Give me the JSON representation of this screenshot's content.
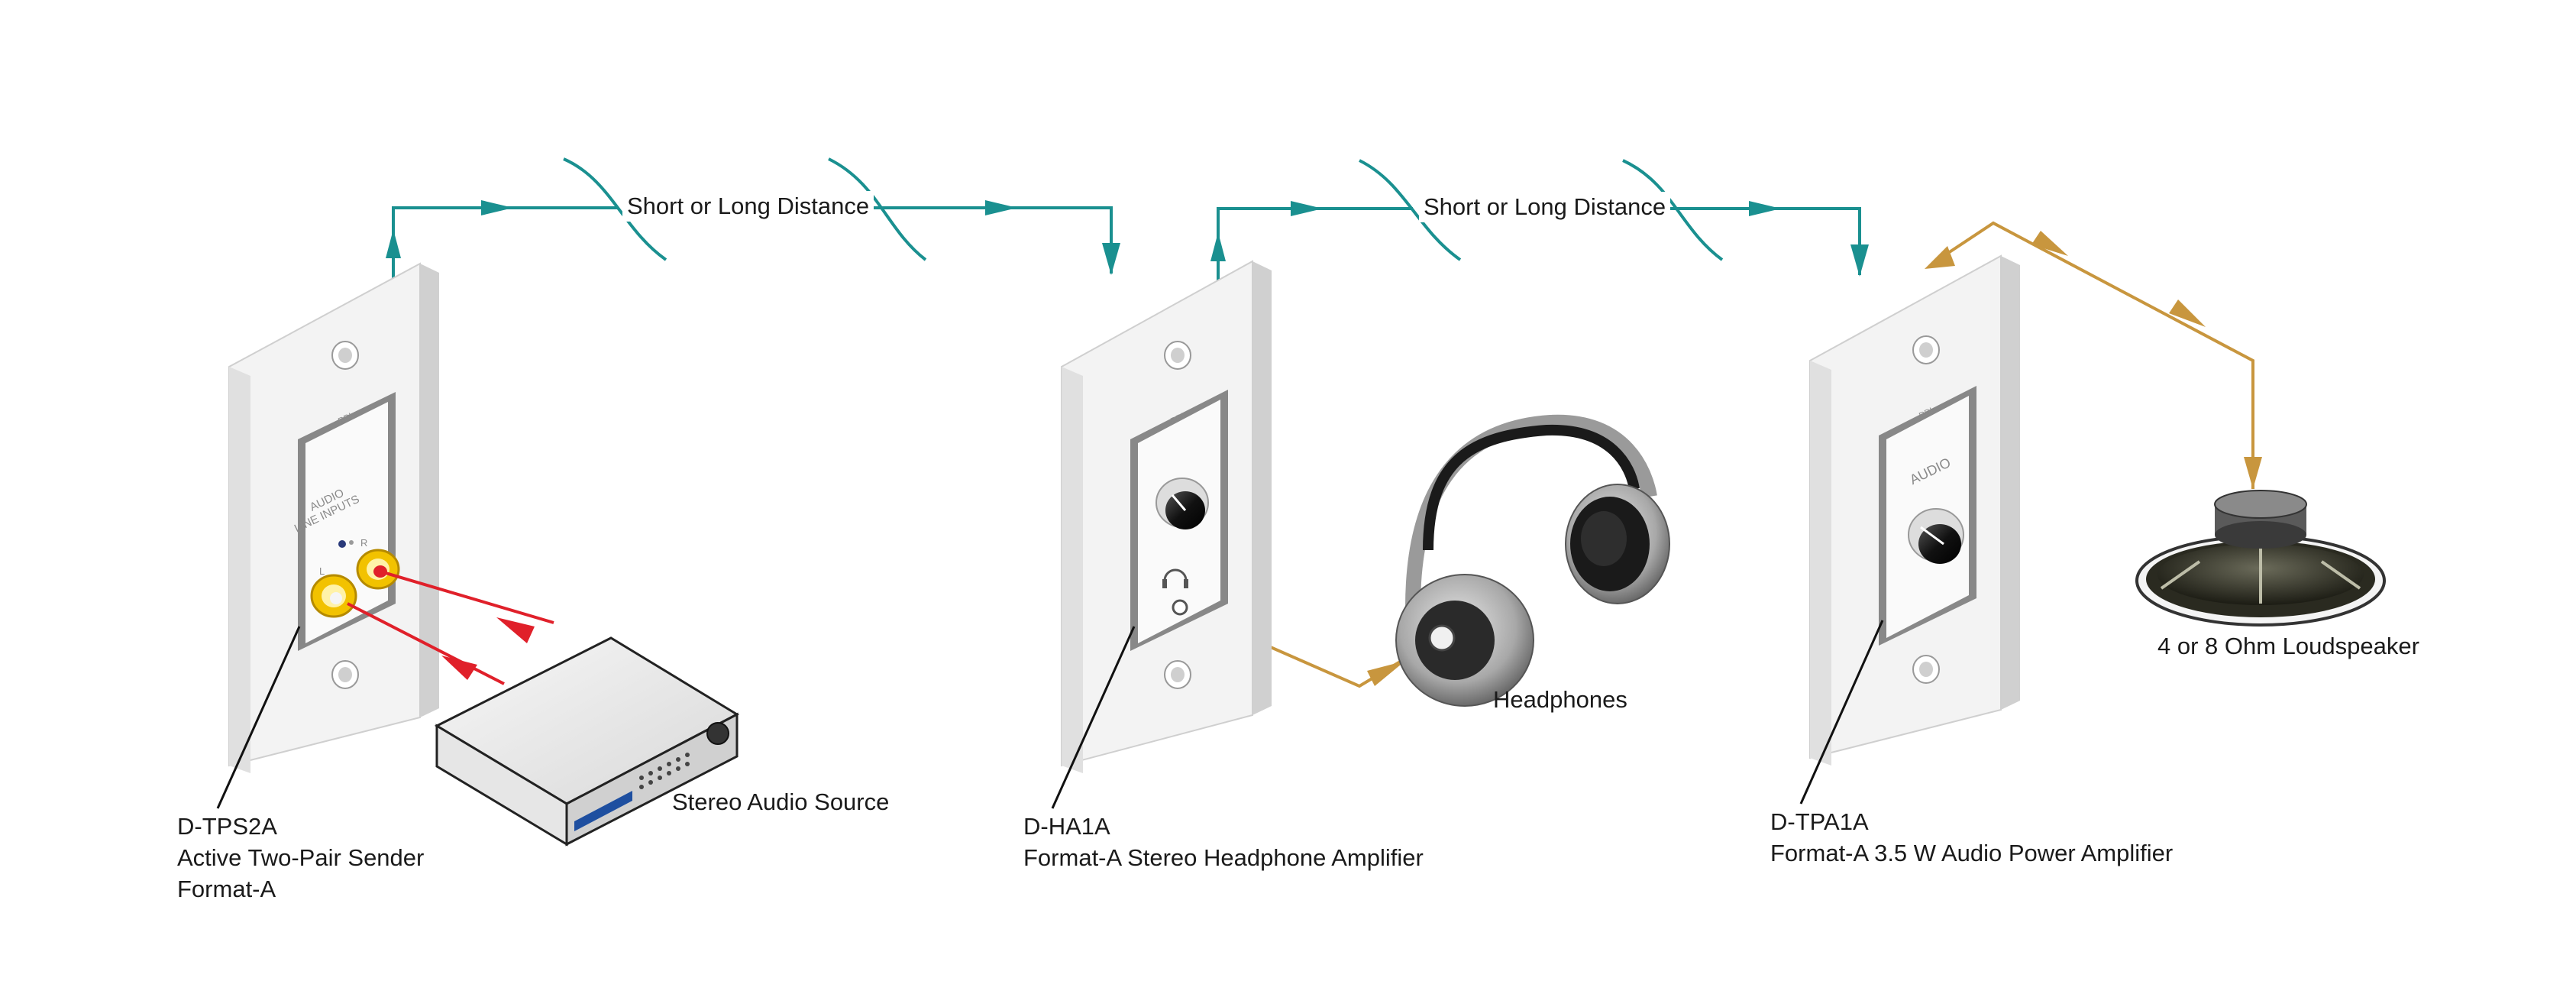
{
  "diagram": {
    "distance_label_1": "Short or Long Distance",
    "distance_label_2": "Short or Long Distance",
    "devices": [
      {
        "model": "D-TPS2A",
        "line2": "Active Two-Pair Sender",
        "line3": "Format-A",
        "plate_text_1": "AUDIO",
        "plate_text_2": "LINE INPUTS",
        "jack_left": "L",
        "jack_right": "R",
        "brand": "RDL"
      },
      {
        "model": "D-HA1A",
        "line2": "Format-A Stereo Headphone Amplifier",
        "brand": "RDL"
      },
      {
        "model": "D-TPA1A",
        "line2": "Format-A 3.5 W Audio Power Amplifier",
        "plate_text_1": "AUDIO",
        "brand": "RDL"
      }
    ],
    "source_label": "Stereo Audio Source",
    "headphones_label": "Headphones",
    "speaker_label": "4 or 8 Ohm Loudspeaker"
  },
  "colors": {
    "teal_cable": "#1a9090",
    "gold_cable": "#c8963e",
    "red_cable": "#e0202a",
    "plate": "#f2f2f2",
    "plate_side": "#d4d4d4",
    "rca_gold": "#f2c200"
  }
}
